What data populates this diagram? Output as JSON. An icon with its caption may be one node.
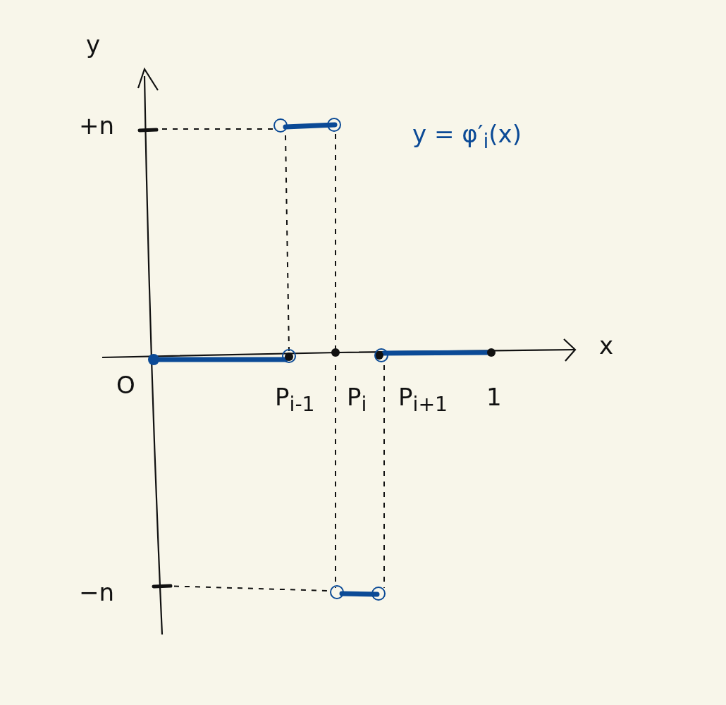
{
  "diagram": {
    "labels": [
      "y",
      "+n",
      "y = φ′$_{i}$(x)",
      "x",
      "O",
      "P$_{i-1}$",
      "P$_{i}$",
      "P$_{i+1}$",
      "1",
      "−n"
    ]
  }
}
